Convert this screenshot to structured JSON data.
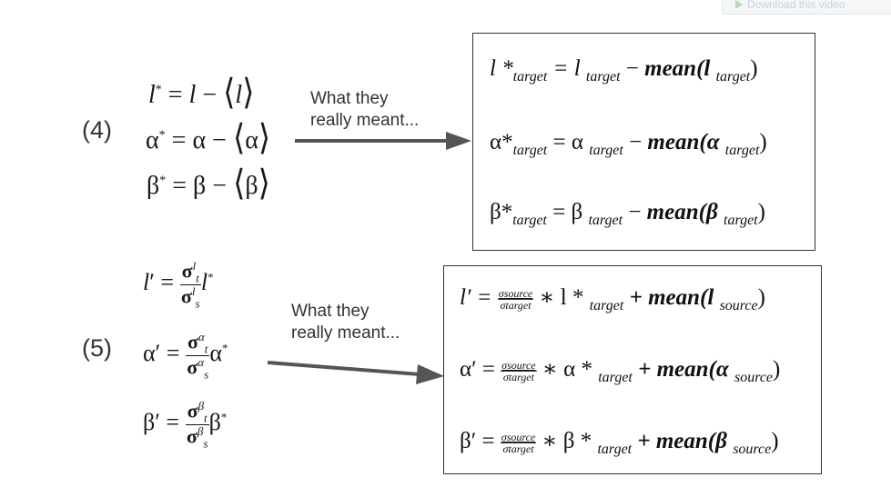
{
  "header": {
    "download_label": "Download this video"
  },
  "section4": {
    "number": "(4)",
    "eq1": "l* = l − ⟨l⟩",
    "eq2": "α* = α − ⟨α⟩",
    "eq3": "β* = β − ⟨β⟩",
    "note_line1": "What they",
    "note_line2": "really meant...",
    "box_eq1": {
      "lhs": "l *",
      "sub": "target",
      "rhs": "= l",
      "mean": "mean(l",
      "close": ")"
    },
    "box_eq2": {
      "lhs": "α*",
      "sub": "target",
      "rhs": "= α",
      "mean": "mean(α",
      "close": ")"
    },
    "box_eq3": {
      "lhs": "β*",
      "sub": "target",
      "rhs": "= β",
      "mean": "mean(β",
      "close": ")"
    }
  },
  "section5": {
    "number": "(5)",
    "note_line1": "What they",
    "note_line2": "really meant...",
    "frac_top": "σsource",
    "frac_bot": "σtarget",
    "box_eq1": {
      "lhs": "l′ =",
      "mult": "∗ l *",
      "sub1": "target",
      "plus": "+ mean(l",
      "sub2": "source",
      "close": ")"
    },
    "box_eq2": {
      "lhs": "α′ =",
      "mult": "∗ α *",
      "sub1": "target",
      "plus": "+ mean(α",
      "sub2": "source",
      "close": ")"
    },
    "box_eq3": {
      "lhs": "β′ =",
      "mult": "∗ β *",
      "sub1": "target",
      "plus": "+ mean(β",
      "sub2": "source",
      "close": ")"
    }
  },
  "colors": {
    "arrow": "#555555",
    "box_border": "#333333",
    "text": "#222222"
  }
}
